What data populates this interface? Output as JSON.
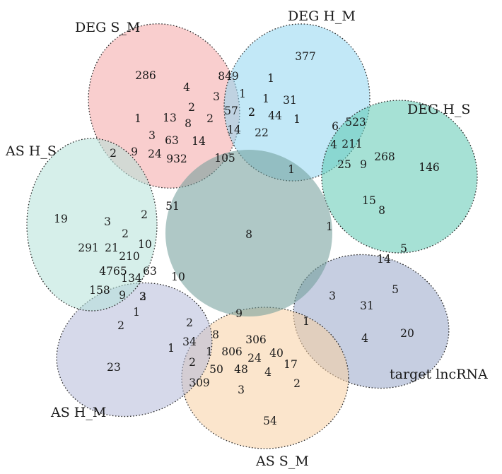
{
  "sets": [
    {
      "name": "DEG S_M",
      "color": "#f4a6a6"
    },
    {
      "name": "DEG H_M",
      "color": "#8fd5f0"
    },
    {
      "name": "DEG H_S",
      "color": "#5cc8b2"
    },
    {
      "name": "target lncRNA",
      "color": "#97a5c9"
    },
    {
      "name": "AS S_M",
      "color": "#f8cfa2"
    },
    {
      "name": "AS H_M",
      "color": "#b4b9d8"
    },
    {
      "name": "AS H_S",
      "color": "#b5e2d8"
    }
  ],
  "counts": [
    "8",
    "286",
    "4",
    "849",
    "3",
    "1",
    "2",
    "57",
    "2",
    "8",
    "13",
    "2",
    "14",
    "1",
    "3",
    "63",
    "14",
    "105",
    "932",
    "24",
    "377",
    "1",
    "1",
    "31",
    "2",
    "44",
    "1",
    "22",
    "6",
    "523",
    "4",
    "211",
    "268",
    "146",
    "25",
    "9",
    "1",
    "15",
    "8",
    "1",
    "5",
    "14",
    "5",
    "20",
    "31",
    "3",
    "1",
    "4",
    "54",
    "306",
    "40",
    "17",
    "24",
    "4",
    "2",
    "806",
    "48",
    "3",
    "50",
    "2",
    "309",
    "1",
    "8",
    "9",
    "34",
    "1",
    "2",
    "2",
    "23",
    "1",
    "2",
    "3",
    "9",
    "158",
    "4765",
    "134",
    "63",
    "10",
    "210",
    "10",
    "291",
    "21",
    "2",
    "3",
    "19",
    "2",
    "51",
    "2",
    "9"
  ]
}
